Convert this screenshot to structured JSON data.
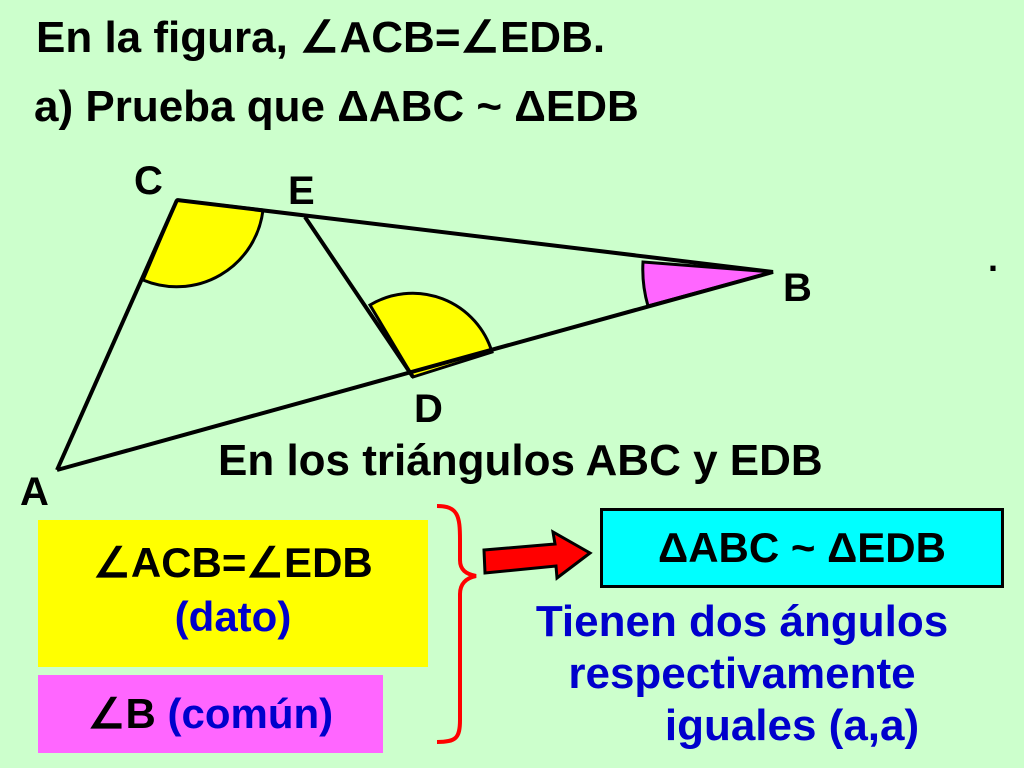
{
  "title_line1": "En la figura, ∠ACB=∠EDB.",
  "title_line2": "a) Prueba que ΔABC ~ ΔEDB",
  "stray_dot": ".",
  "points": {
    "A": "A",
    "B": "B",
    "C": "C",
    "D": "D",
    "E": "E"
  },
  "heading": "En los triángulos ABC y EDB",
  "reason1": {
    "angle": "∠ACB=∠EDB",
    "note": "(dato)"
  },
  "reason2": {
    "angle": "∠B",
    "note": "(común)"
  },
  "conclusion": "ΔABC ~ ΔEDB",
  "criterion": {
    "line1": "Tienen dos ángulos",
    "line2": "respectivamente",
    "line3": "iguales (a,a)"
  },
  "colors": {
    "background": "#ccffcc",
    "angle_equal": "#ffff00",
    "angle_common": "#ff66ff",
    "conclusion_box": "#00ffff",
    "brace": "#ff0000",
    "arrow": "#ff0000",
    "blue_text": "#0000cc"
  }
}
